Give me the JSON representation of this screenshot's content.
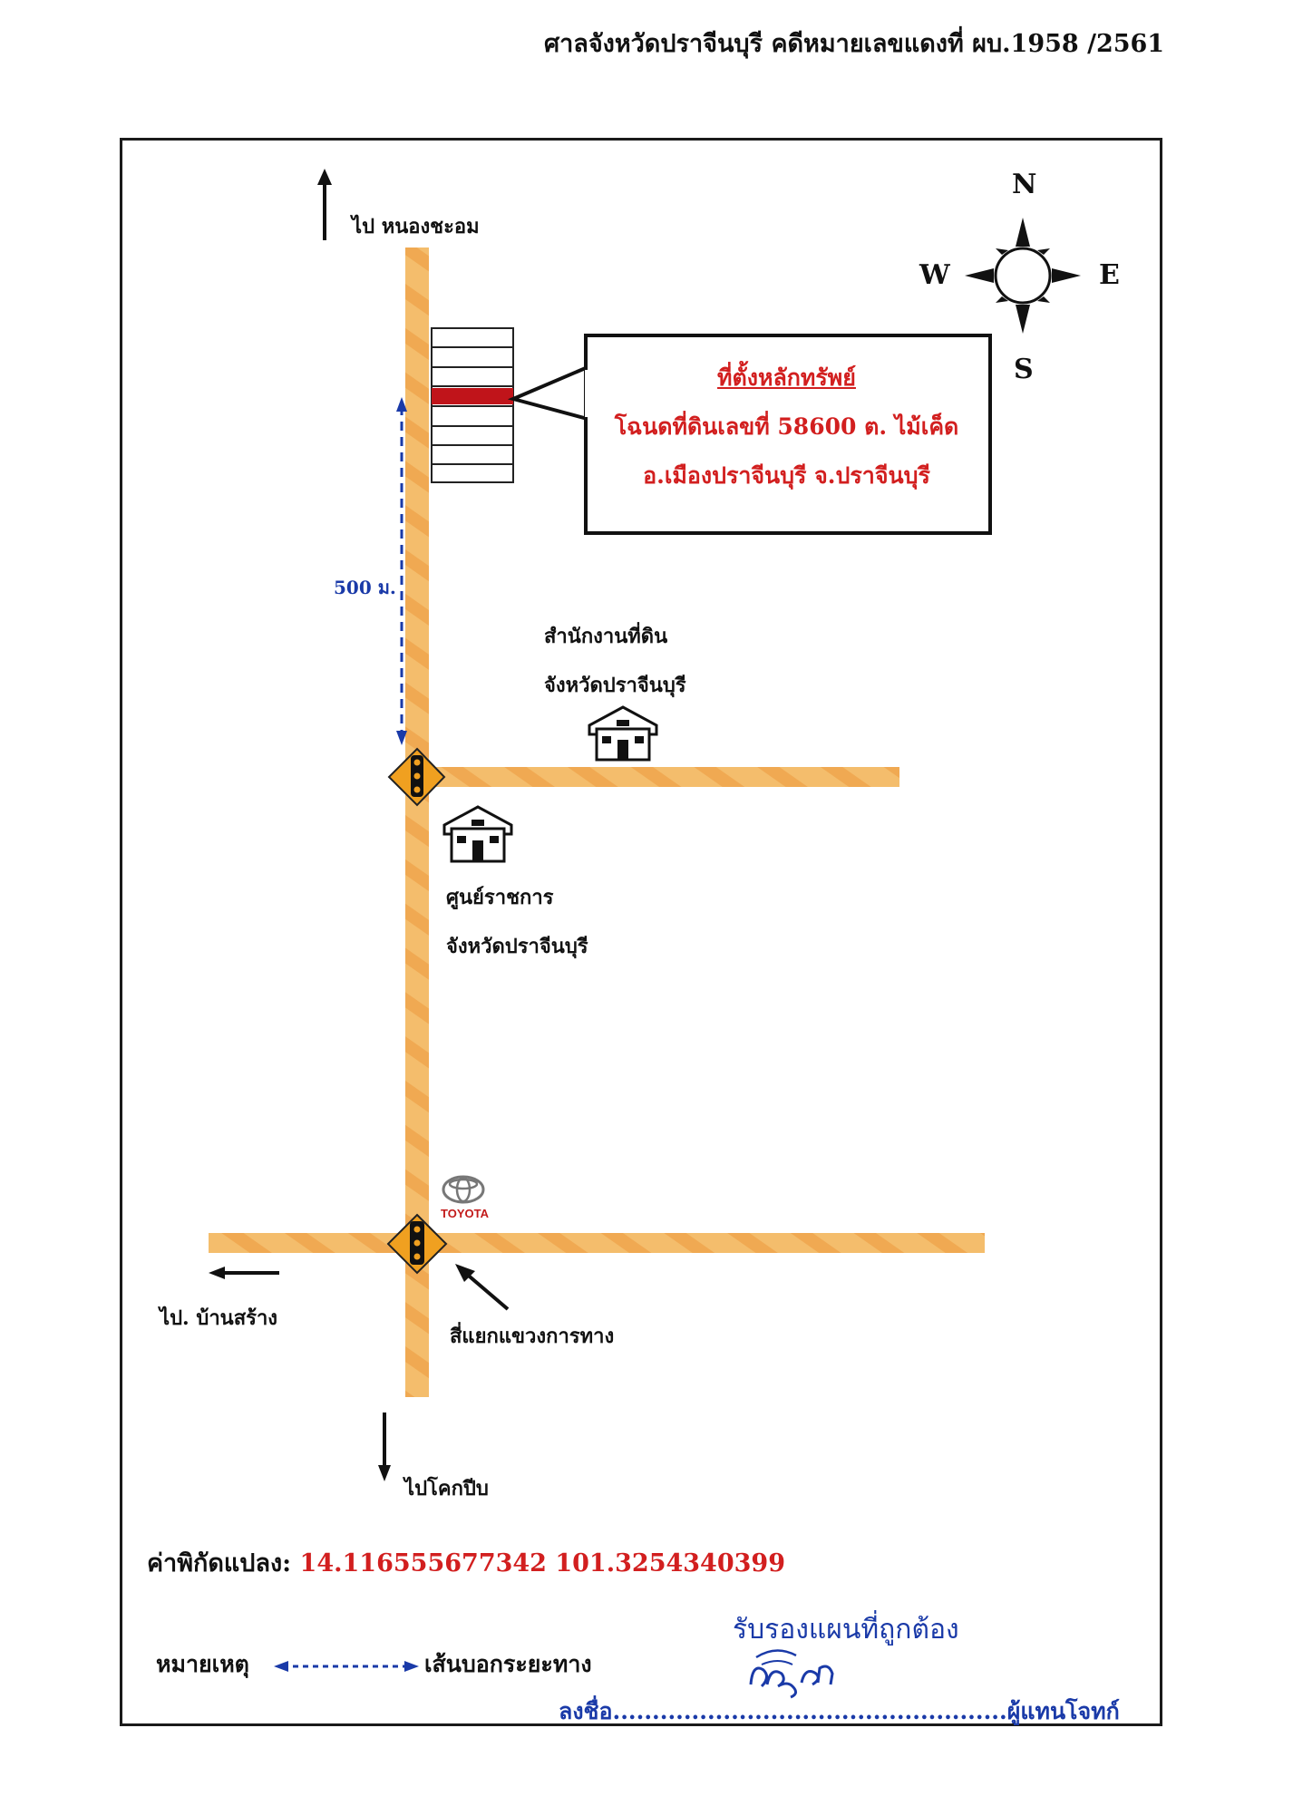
{
  "header": {
    "text": "ศาลจังหวัดปราจีนบุรี คดีหมายเลขแดงที่ ผบ.1958 /2561"
  },
  "directions": {
    "north": "ไป หนองชะอม",
    "west": "ไป. บ้านสร้าง",
    "south": "ไปโคกปีบ"
  },
  "compass": {
    "n": "N",
    "s": "S",
    "e": "E",
    "w": "W"
  },
  "callout": {
    "title": "ที่ตั้งหลักทรัพย์",
    "line1": "โฉนดที่ดินเลขที่ 58600 ต. ไม้เค็ด",
    "line2": "อ.เมืองปราจีนบุรี จ.ปราจีนบุรี"
  },
  "distance_label": "500 ม.",
  "landmarks": {
    "land_office_line1": "สำนักงานที่ดิน",
    "land_office_line2": "จังหวัดปราจีนบุรี",
    "gov_center_line1": "ศูนย์ราชการ",
    "gov_center_line2": "จังหวัดปราจีนบุรี",
    "intersection": "สี่แยกแขวงการทาง",
    "toyota": "TOYOTA"
  },
  "coordinates": {
    "label": "ค่าพิกัดแปลง:",
    "value": "14.116555677342 101.3254340399"
  },
  "legend": {
    "label": "หมายเหตุ",
    "meaning": "เส้นบอกระยะทาง"
  },
  "signature": {
    "certify": "รับรองแผนที่ถูกต้อง",
    "sign_label": "ลงชื่อ",
    "dots": "..................................................",
    "role": "ผู้แทนโจทก์"
  },
  "colors": {
    "road": "#f2b866",
    "highlight": "#c0141a",
    "callout_text": "#d21f1f",
    "distance": "#1a3aa8",
    "signal_diamond": "#f0a020"
  }
}
